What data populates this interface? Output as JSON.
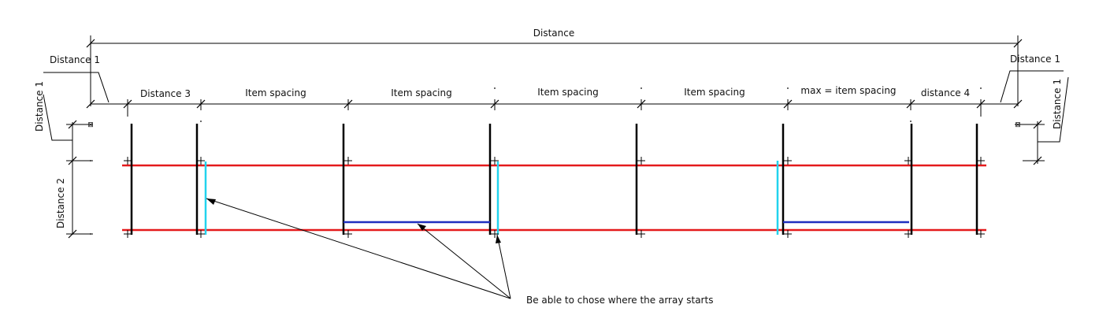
{
  "labels": {
    "distance_total": "Distance",
    "distance1": "Distance 1",
    "distance2": "Distance 2",
    "distance3": "Distance 3",
    "item_spacing": "Item spacing",
    "max_spacing": "max = item spacing",
    "distance4": "distance 4",
    "note": "Be able to chose where the array starts"
  },
  "colors": {
    "rail": "#e41a1c",
    "start_marker": "#22d3ee",
    "span_marker": "#1f2fbf",
    "line": "#000000"
  }
}
